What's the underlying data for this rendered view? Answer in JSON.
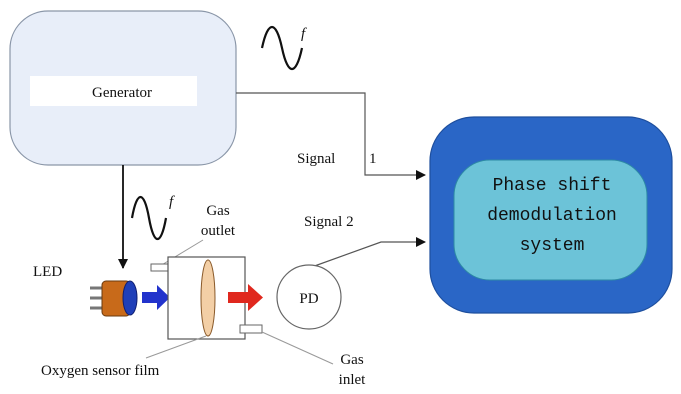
{
  "generator": {
    "label": "Generator"
  },
  "freq_symbol": "f",
  "signals": {
    "signal1_word": "Signal",
    "signal1_num": "1",
    "signal2": "Signal 2"
  },
  "demod": {
    "line1": "Phase shift",
    "line2": "demodulation",
    "line3": "system"
  },
  "labels": {
    "led": "LED",
    "gas_outlet_1": "Gas",
    "gas_outlet_2": "outlet",
    "pd": "PD",
    "film": "Oxygen sensor film",
    "gas_inlet_1": "Gas",
    "gas_inlet_2": "inlet"
  },
  "colors": {
    "generator_fill": "#e8eef9",
    "demod_outer": "#2a66c6",
    "demod_inner": "#6cc3d8",
    "led_body": "#c86a1a",
    "led_lens": "#1f3fb8",
    "blue_arrow": "#2233cc",
    "red_arrow": "#e0281e",
    "film_fill": "#f3cfa6"
  }
}
